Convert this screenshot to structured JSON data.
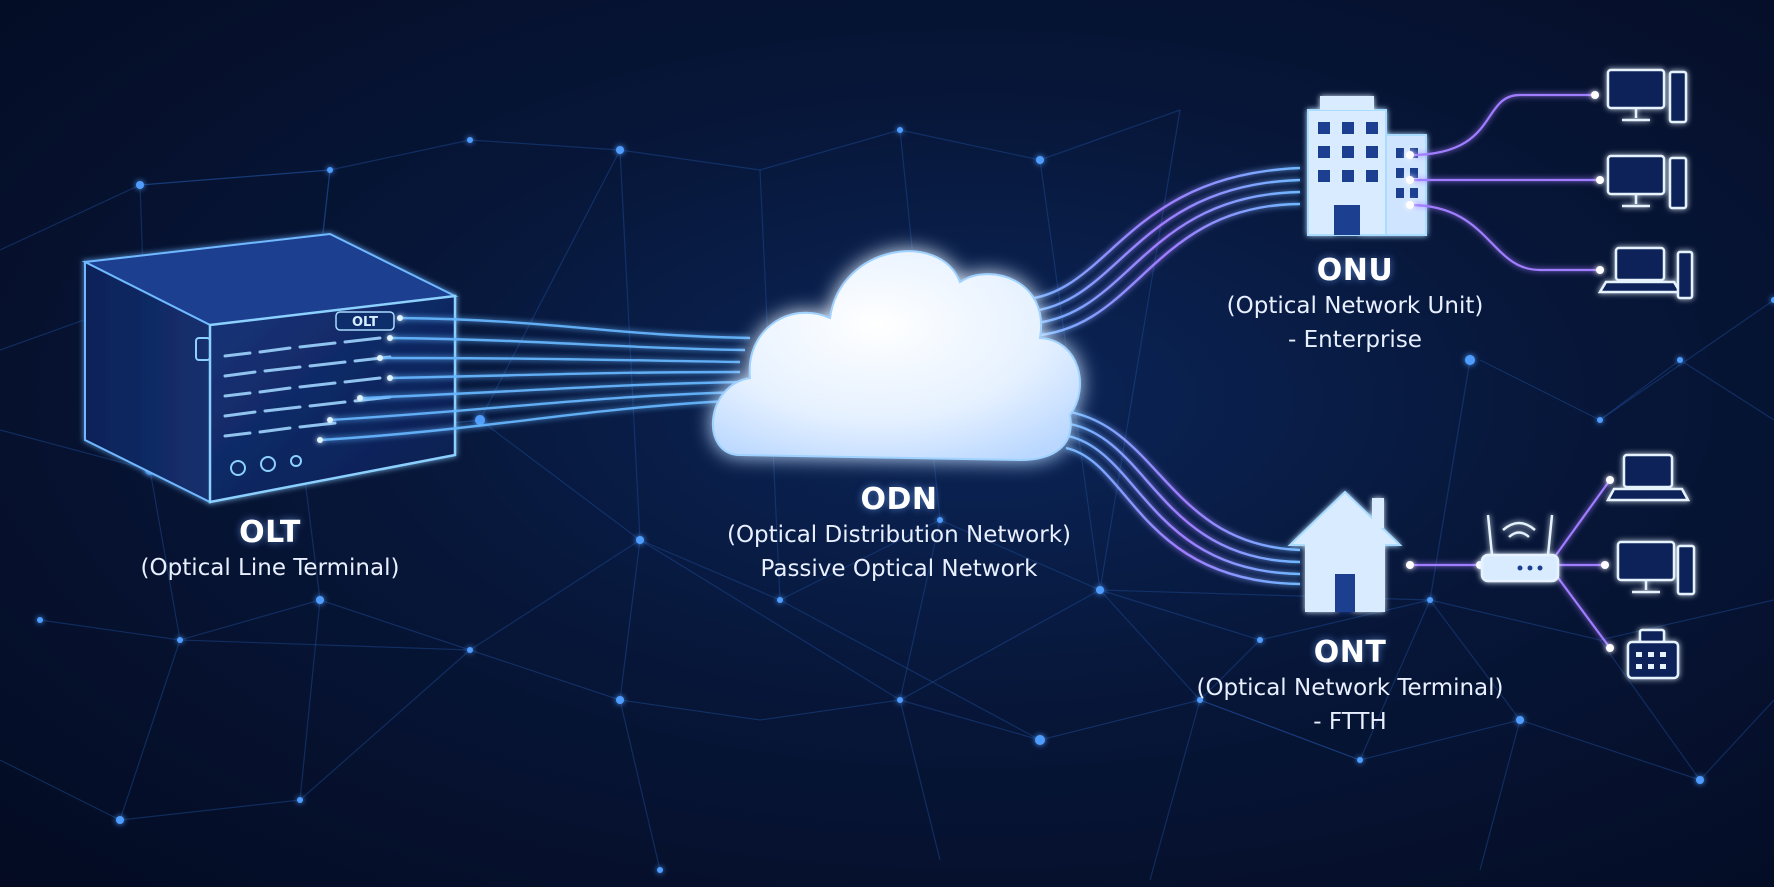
{
  "nodes": {
    "olt": {
      "title": "OLT",
      "lines": [
        "(Optical Line Terminal)"
      ]
    },
    "odn": {
      "title": "ODN",
      "lines": [
        "(Optical Distribution Network)",
        "Passive Optical Network"
      ]
    },
    "onu": {
      "title": "ONU",
      "lines": [
        "(Optical Network Unit)",
        "- Enterprise"
      ]
    },
    "ont": {
      "title": "ONT",
      "lines": [
        "(Optical Network Terminal)",
        "- FTTH"
      ]
    }
  },
  "device_badge": "OLT",
  "icons": [
    "server-chassis-icon",
    "cloud-icon",
    "office-building-icon",
    "house-icon",
    "wifi-router-icon",
    "desktop-computer-icon",
    "laptop-icon",
    "fax-phone-icon"
  ],
  "colors": {
    "background": "#050d26",
    "fiber_blue": "#4fa8ff",
    "fiber_purple": "#9a6bff",
    "glow": "#7fd0ff",
    "text": "#ffffff"
  }
}
